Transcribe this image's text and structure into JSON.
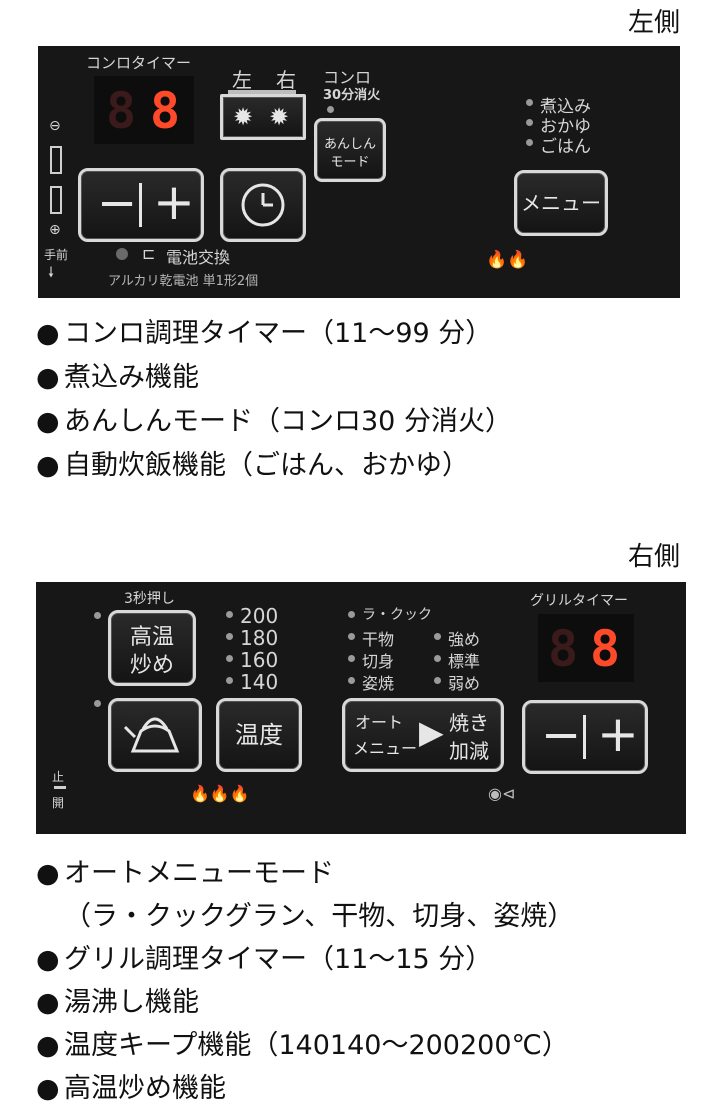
{
  "left": {
    "side_title": "左側",
    "timer_label": "コンロタイマー",
    "display_digit": "8",
    "display_dim": "8",
    "left_label": "左",
    "right_label": "右",
    "konro_label": "コンロ",
    "konro_sub": "30分消火",
    "anshin_label_1": "あんしん",
    "anshin_label_2": "モード",
    "minus_symbol": "−",
    "plus_symbol": "+",
    "menu_options": [
      "煮込み",
      "おかゆ",
      "ごはん"
    ],
    "menu_button": "メニュー",
    "temae_label": "手前",
    "battery_label": "電池交換",
    "battery_note": "アルカリ乾電池 単1形2個",
    "features": [
      "コンロ調理タイマー（11〜99 分）",
      "煮込み機能",
      "あんしんモード（コンロ30 分消火）",
      "自動炊飯機能（ごはん、おかゆ）"
    ]
  },
  "right": {
    "side_title": "右側",
    "press3_label": "3秒押し",
    "koon_1": "高温",
    "koon_2": "炒め",
    "temps": [
      "200",
      "180",
      "160",
      "140"
    ],
    "grill_opts": [
      "ラ・クック",
      "干物",
      "切身",
      "姿焼"
    ],
    "yaki_opts": [
      "強め",
      "標準",
      "弱め"
    ],
    "grill_timer_label": "グリルタイマー",
    "display_digit": "8",
    "display_dim": "8",
    "ondo_label": "温度",
    "auto_1": "オート",
    "auto_2": "メニュー",
    "yaki_1": "焼き",
    "yaki_2": "加減",
    "stop_label": "止",
    "open_label": "開",
    "minus_symbol": "−",
    "plus_symbol": "+",
    "features": [
      "オートメニューモード",
      "（ラ・クックグラン、干物、切身、姿焼）",
      "グリル調理タイマー（11〜15 分）",
      "湯沸し機能",
      "温度キープ機能（140140〜200200℃）",
      "高温炒め機能"
    ]
  },
  "bullet": "●"
}
